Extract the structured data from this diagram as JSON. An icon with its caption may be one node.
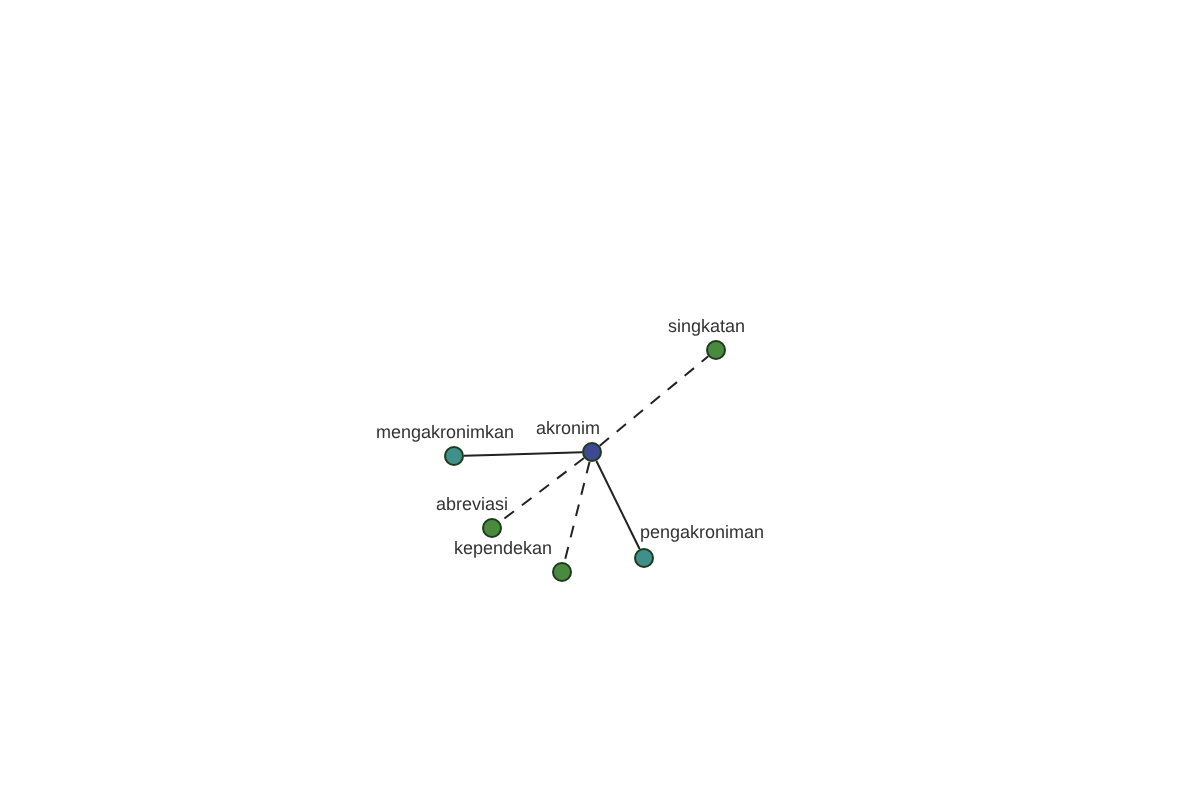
{
  "diagram": {
    "nodes": [
      {
        "text": [
          "akronim"
        ]
      },
      {
        "text": [
          "singkatan"
        ]
      },
      {
        "text": [
          "mengakronimkan"
        ]
      },
      {
        "text": [
          "abreviasi"
        ]
      },
      {
        "text": [
          "kependekan"
        ]
      },
      {
        "text": [
          "pengakroniman"
        ]
      }
    ],
    "edges": [
      {
        "from": 0,
        "to": 1,
        "arrow": "none",
        "style": "dashed"
      },
      {
        "from": 0,
        "to": 2,
        "arrow": "none"
      },
      {
        "from": 0,
        "to": 3,
        "arrow": "none",
        "style": "dashed"
      },
      {
        "from": 0,
        "to": 4,
        "arrow": "none",
        "style": "dashed"
      },
      {
        "from": 0,
        "to": 5,
        "arrow": "none"
      }
    ]
  }
}
